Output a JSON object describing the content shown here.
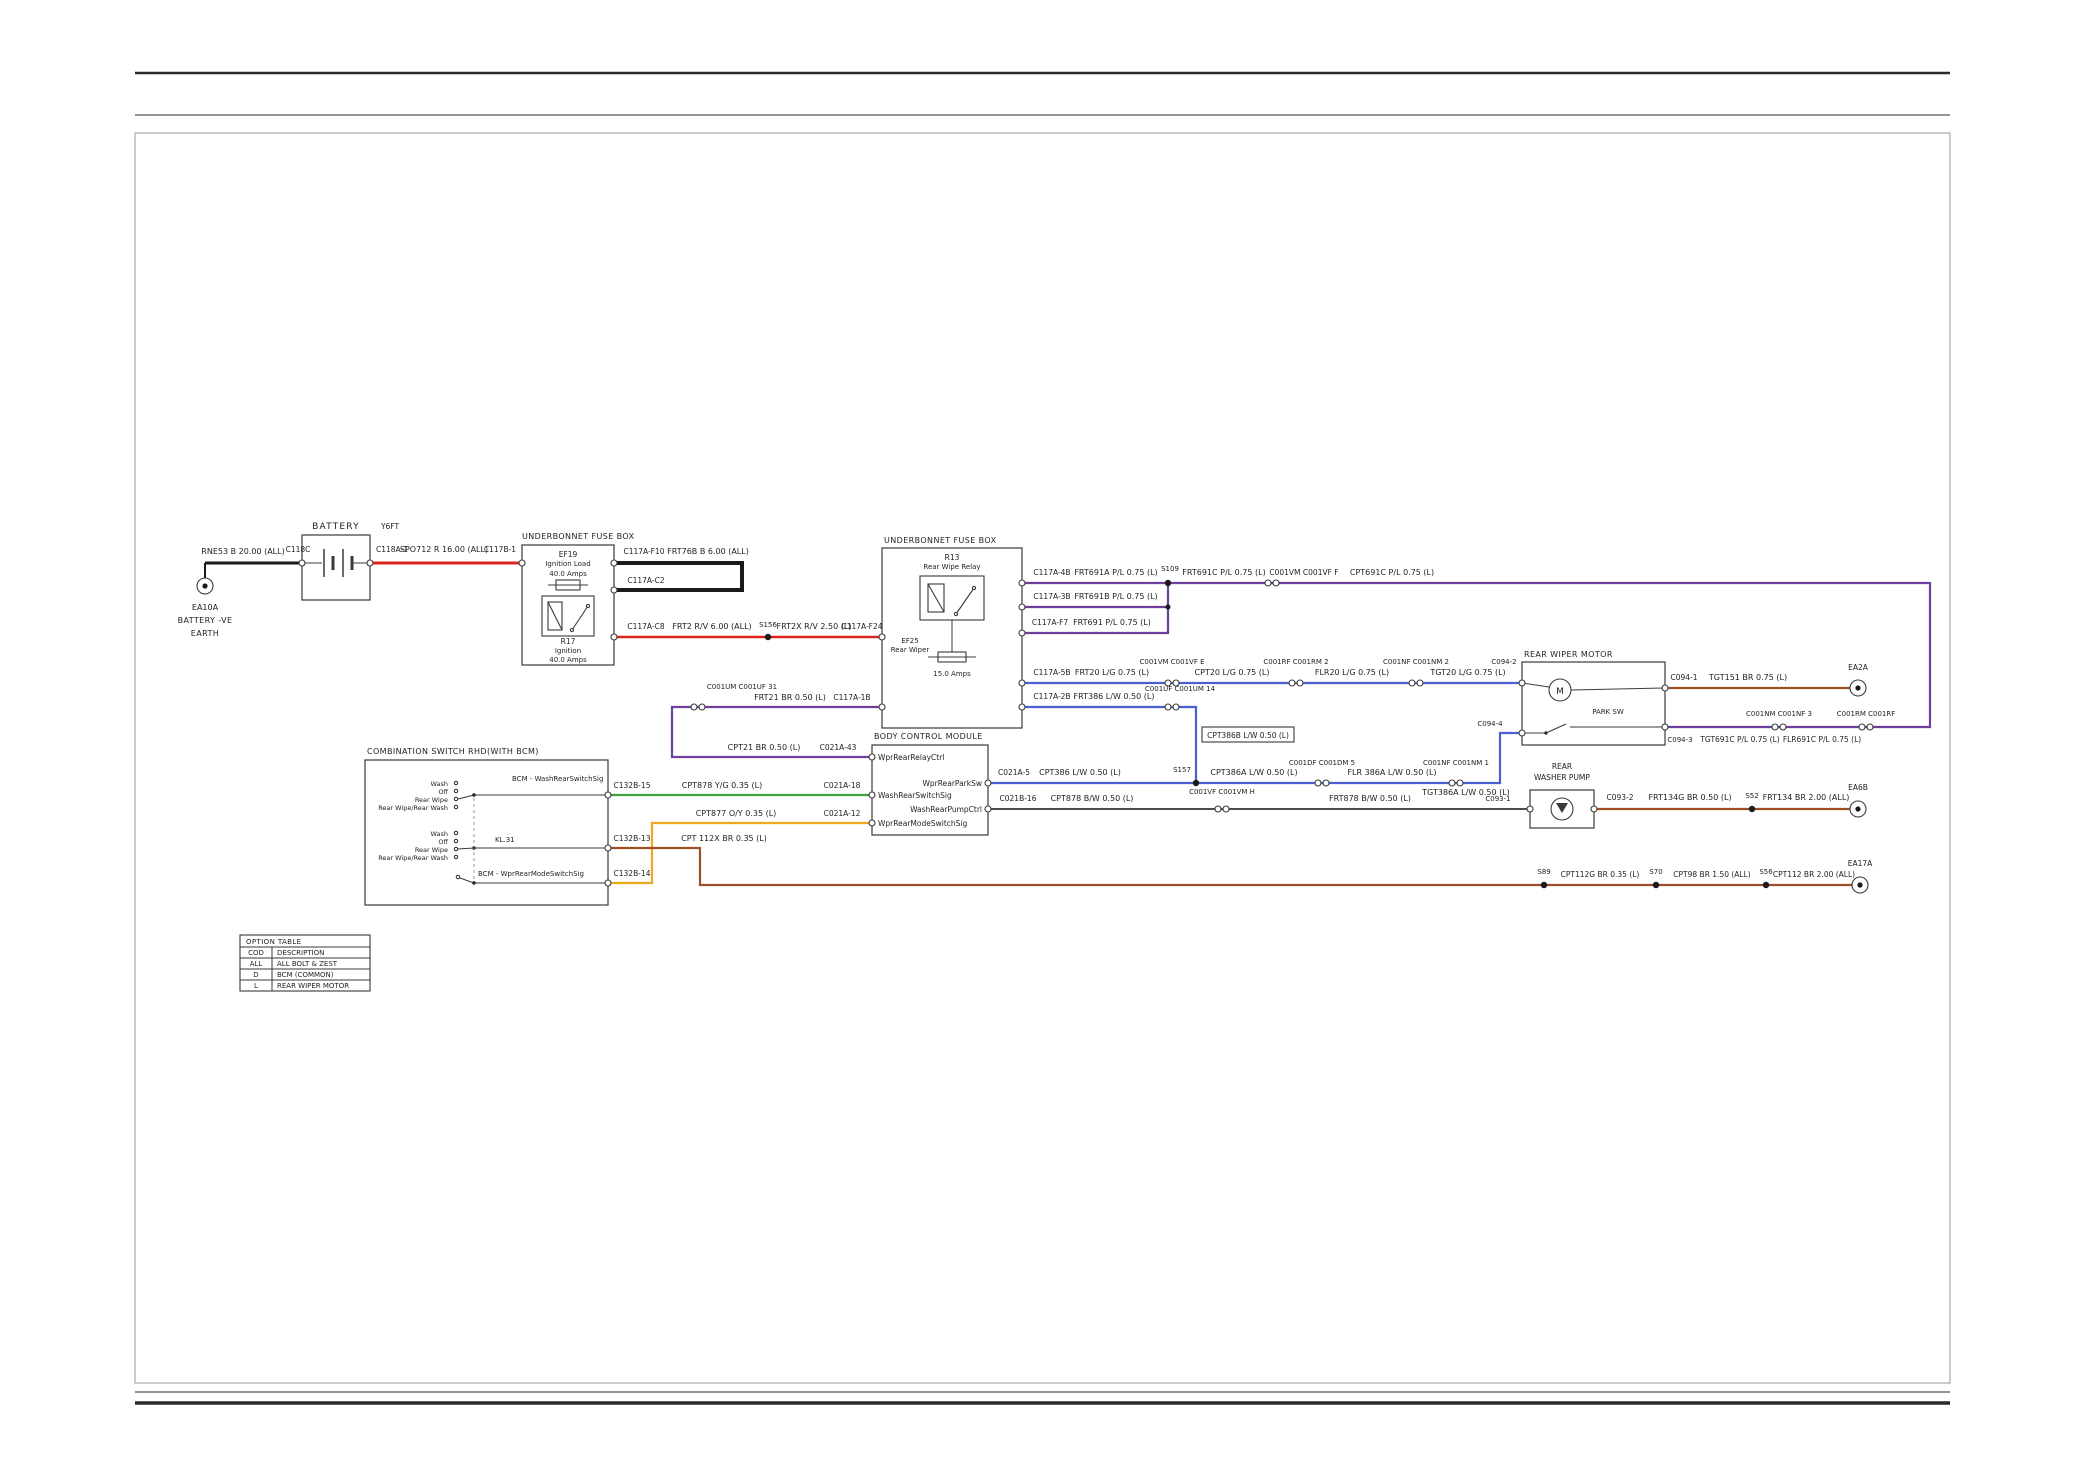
{
  "colors": {
    "black": "#1a1a1a",
    "red": "#d9251d",
    "purple": "#6d3f9e",
    "blue": "#4a5fd0",
    "green": "#3fa13a",
    "orange": "#f0a81e",
    "brown": "#9c4f24",
    "gray": "#4d4d4d",
    "frame": "#2a2a2a"
  },
  "earth_battery": {
    "id": "EA10A",
    "line1": "BATTERY -VE",
    "line2": "EARTH"
  },
  "battery": {
    "title": "BATTERY",
    "tag": "Y6FT",
    "conn_in": "C118C",
    "conn_out": "C118A-1"
  },
  "wire_earth": {
    "label": "RNE53 B 20.00 (ALL)"
  },
  "wire_feed": {
    "label": "SPO712 R 16.00 (ALL)",
    "conn": "C117B-1"
  },
  "fusebox1": {
    "title": "UNDERBONNET FUSE BOX",
    "fuse_id": "EF19",
    "fuse_name": "Ignition Load",
    "fuse_rating": "40.0 Amps",
    "relay_id": "R17",
    "relay_name": "Ignition",
    "rating2": "40.0 Amps"
  },
  "wire_76b": {
    "conn_a": "C117A-F10",
    "label": "FRT76B B 6.00 (ALL)",
    "conn_b": "C117A-C2"
  },
  "wire_frt2": {
    "conn_a": "C117A-C8",
    "label": "FRT2 R/V 6.00 (ALL)",
    "splice": "S156",
    "label2": "FRT2X R/V 2.50 (L)",
    "conn_b": "C117A-F24"
  },
  "fusebox2": {
    "title": "UNDERBONNET FUSE BOX",
    "relay_id": "R13",
    "relay_name": "Rear Wipe Relay",
    "fuse_id": "EF25",
    "fuse_name": "Rear Wiper",
    "fuse_rating": "15.0 Amps"
  },
  "wire_691a": {
    "conn": "C117A-4B",
    "label": "FRT691A P/L 0.75 (L)",
    "splice": "S109",
    "label2": "FRT691C P/L 0.75 (L)",
    "conn2": "C001VM C001VF F",
    "label3": "CPT691C P/L 0.75 (L)"
  },
  "wire_691b": {
    "conn": "C117A-3B",
    "label": "FRT691B P/L 0.75 (L)"
  },
  "wire_691": {
    "conn": "C117A-F7",
    "label": "FRT691 P/L 0.75 (L)"
  },
  "wire_20": {
    "conn": "C117A-5B",
    "label": "FRT20 L/G 0.75 (L)",
    "conn2": "C001VM C001VF E",
    "label2": "CPT20 L/G 0.75 (L)",
    "conn3": "C001RF C001RM 2",
    "label3": "FLR20 L/G 0.75 (L)",
    "conn4": "C001NF C001NM 2",
    "label4": "TGT20 L/G 0.75 (L)",
    "conn5": "C094-2"
  },
  "wire_386": {
    "conn": "C117A-2B",
    "label": "FRT386 L/W 0.50 (L)",
    "conn2": "C001UF C001UM 14",
    "label2": "CPT386B L/W 0.50 (L)"
  },
  "wire_386a": {
    "conn": "C021A-5",
    "label": "CPT386 L/W 0.50 (L)",
    "splice": "S157",
    "label2": "CPT386A L/W 0.50 (L)",
    "conn2": "C001DF C001DM 5",
    "label3": "FLR 386A L/W 0.50 (L)",
    "conn3": "C001NF C001NM 1",
    "label4": "TGT386A L/W 0.50 (L)",
    "conn4": "C094-4"
  },
  "wire_21": {
    "conn": "C001UM C001UF 31",
    "label": "FRT21 BR 0.50 (L)",
    "conn2": "C117A-1B",
    "label2": "CPT21 BR 0.50 (L)",
    "conn3": "C021A-43"
  },
  "wire_878bw": {
    "conn": "C021B-16",
    "label": "CPT878 B/W 0.50 (L)",
    "conn2": "C001VF C001VM H",
    "label2": "FRT878 B/W 0.50 (L)",
    "conn3": "C093-1"
  },
  "wire_134": {
    "conn": "C093-2",
    "label": "FRT134G BR 0.50 (L)",
    "splice": "S52",
    "label2": "FRT134 BR 2.00 (ALL)",
    "ground": "EA6B"
  },
  "wire_151": {
    "conn": "C094-1",
    "label": "TGT151 BR 0.75 (L)",
    "ground": "EA2A"
  },
  "wire_691r": {
    "conn": "C094-3",
    "label": "TGT691C P/L 0.75 (L)",
    "conn2": "C001NM C001NF 3",
    "label2": "FLR691C P/L 0.75 (L)",
    "conn3": "C001RM C001RF"
  },
  "wire_879": {
    "conn": "C132B-15",
    "label": "CPT878 Y/G 0.35 (L)",
    "conn2": "C021A-18"
  },
  "wire_877": {
    "conn": "C132B-14",
    "label": "CPT877 O/Y 0.35 (L)",
    "conn2": "C021A-12"
  },
  "wire_112x": {
    "conn": "C132B-13",
    "label": "CPT 112X BR 0.35 (L)"
  },
  "bus": {
    "splice1": "S89",
    "label1": "CPT112G BR 0.35 (L)",
    "splice2": "S70",
    "label2": "CPT98 BR 1.50 (ALL)",
    "splice3": "S56",
    "label3": "CPT112 BR 2.00 (ALL)",
    "ground": "EA17A"
  },
  "bcm": {
    "title": "BODY CONTROL MODULE",
    "pins": [
      "WprRearRelayCtrl",
      "WprRearParkSw",
      "WashRearSwitchSig",
      "WashRearPumpCtrl",
      "WprRearModeSwitchSig"
    ]
  },
  "comb_switch": {
    "title": "COMBINATION SWITCH RHD(WITH BCM)",
    "positions": [
      "Wash",
      "Off",
      "Rear Wipe",
      "Rear Wipe/Rear Wash"
    ],
    "sig1": "BCM - WashRearSwitchSig",
    "kl": "KL.31",
    "sig2": "BCM - WprRearModeSwitchSig"
  },
  "motor": {
    "title": "REAR WIPER MOTOR",
    "m": "M",
    "park": "PARK SW"
  },
  "pump": {
    "title1": "REAR",
    "title2": "WASHER PUMP"
  },
  "option_table": {
    "title": "OPTION TABLE",
    "col1": "COD",
    "col2": "DESCRIPTION",
    "rows": [
      [
        "ALL",
        "ALL BOLT & ZEST"
      ],
      [
        "D",
        "BCM (COMMON)"
      ],
      [
        "L",
        "REAR WIPER MOTOR"
      ]
    ]
  }
}
